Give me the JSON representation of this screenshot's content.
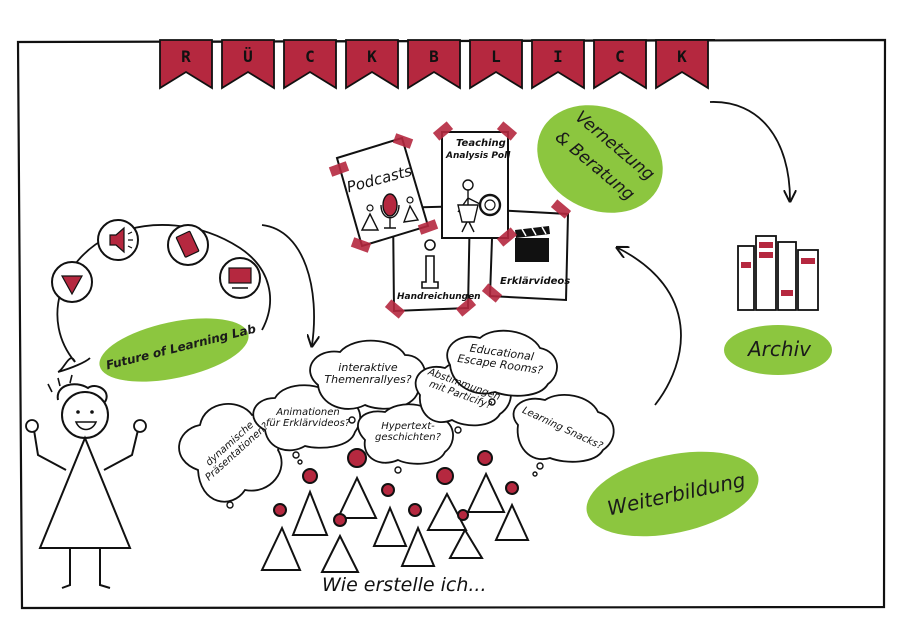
{
  "banner": {
    "letters": [
      "R",
      "Ü",
      "C",
      "K",
      "B",
      "L",
      "I",
      "C",
      "K"
    ],
    "color": "#b5283f"
  },
  "colors": {
    "accent_red": "#b5283f",
    "green": "#8cc63f",
    "ink": "#111111"
  },
  "cards": {
    "podcasts": "Podcasts",
    "teaching": [
      "Teaching",
      "Analysis Poll"
    ],
    "handreichungen": "Handreichungen",
    "erklaervideos": "Erklärvideos"
  },
  "labels": {
    "vernetzung": [
      "Vernetzung",
      "& Beratung"
    ],
    "archiv": "Archiv",
    "future_lab": "Future of Learning Lab",
    "weiterbildung": "Weiterbildung",
    "question": "Wie erstelle ich..."
  },
  "clouds": [
    {
      "lines": [
        "dynamische",
        "Präsentationen?"
      ]
    },
    {
      "lines": [
        "Animationen",
        "für Erklärvideos?"
      ]
    },
    {
      "lines": [
        "interaktive",
        "Themenrallyes?"
      ]
    },
    {
      "lines": [
        "Hypertext-",
        "geschichten?"
      ]
    },
    {
      "lines": [
        "Abstimmungen",
        "mit Particify?"
      ]
    },
    {
      "lines": [
        "Educational",
        "Escape Rooms?"
      ]
    },
    {
      "lines": [
        "Learning Snacks?"
      ]
    }
  ],
  "icons": [
    "triangle-play-icon",
    "speaker-icon",
    "book-icon",
    "monitor-icon",
    "microphone-icon",
    "info-icon",
    "clapperboard-icon",
    "magnifier-icon",
    "binders-icon",
    "person-icon"
  ]
}
